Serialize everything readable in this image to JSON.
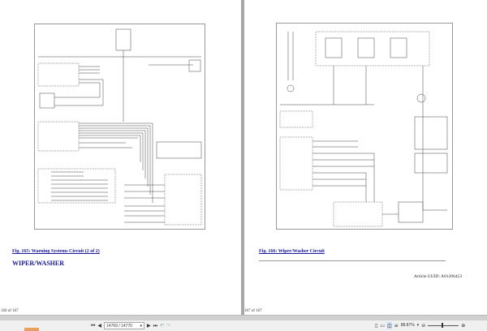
{
  "pages": [
    {
      "figure_caption": "Fig. 165: Warning Systems Circuit (2 of 2)",
      "section_heading": "WIPER/WASHER",
      "page_label": "166 of 167"
    },
    {
      "figure_caption": "Fig. 166: Wiper/Washer Circuit",
      "article_guid": "Article GUID: A01206453",
      "page_label": "167 of 167"
    }
  ],
  "toolbar": {
    "current_page": "14769 / 14770",
    "zoom_level": "88.87%"
  }
}
